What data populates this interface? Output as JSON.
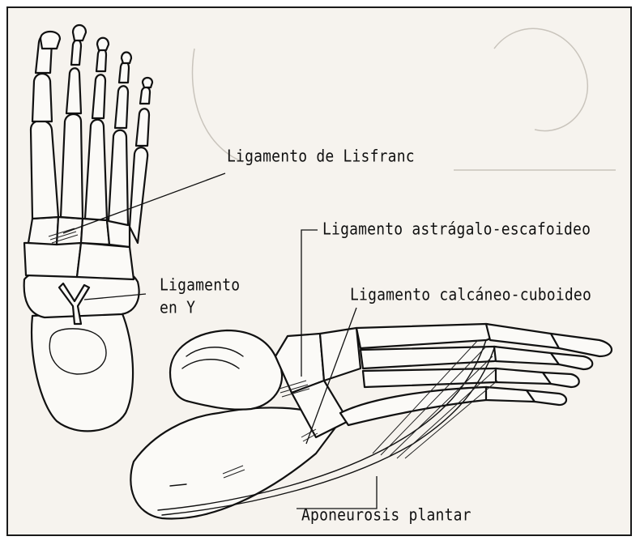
{
  "labels": {
    "lisfranc": "Ligamento de Lisfranc",
    "astragalo": "Ligamento astrágalo-escafoideo",
    "y_line1": "Ligamento",
    "y_line2": "en Y",
    "calcaneo": "Ligamento calcáneo-cuboideo",
    "aponeurosis": "Aponeurosis plantar"
  },
  "colors": {
    "paper": "#f6f3ee",
    "ink": "#111111",
    "bone": "#fbfaf7"
  }
}
